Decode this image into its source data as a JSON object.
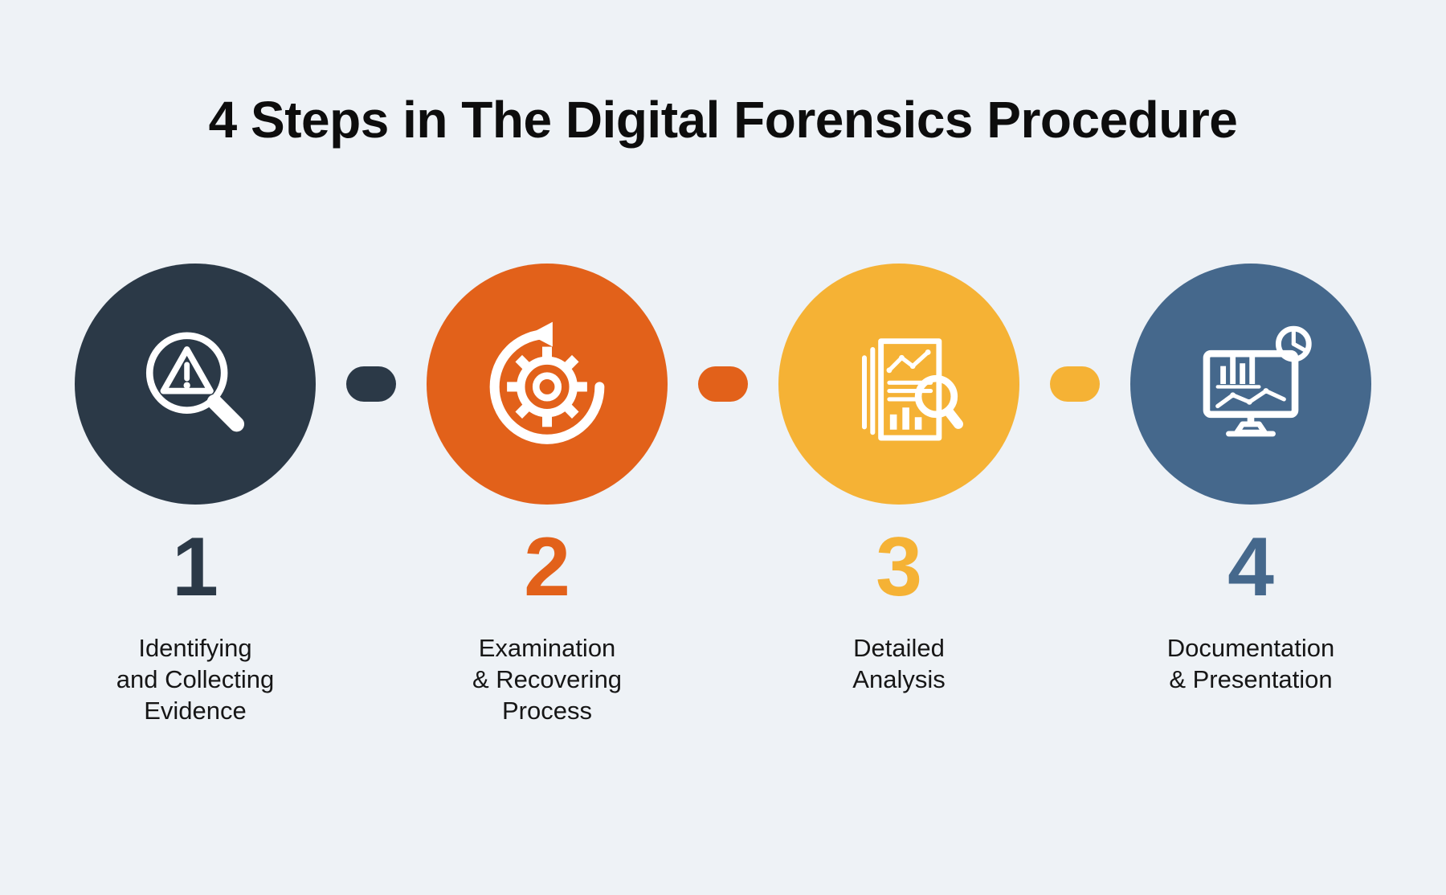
{
  "title": "4 Steps in The Digital Forensics Procedure",
  "background_color": "#eef2f6",
  "steps": [
    {
      "number": "1",
      "label": "Identifying\nand Collecting\nEvidence",
      "color": "#2b3947",
      "icon": "magnifier-warning-icon"
    },
    {
      "number": "2",
      "label": "Examination\n& Recovering\nProcess",
      "color": "#e2611a",
      "icon": "process-arrow-gear-icon"
    },
    {
      "number": "3",
      "label": "Detailed\nAnalysis",
      "color": "#f5b235",
      "icon": "report-analysis-icon"
    },
    {
      "number": "4",
      "label": "Documentation\n& Presentation",
      "color": "#45688c",
      "icon": "dashboard-monitor-icon"
    }
  ],
  "connectors": [
    {
      "color": "#2b3947"
    },
    {
      "color": "#e2611a"
    },
    {
      "color": "#f5b235"
    }
  ]
}
